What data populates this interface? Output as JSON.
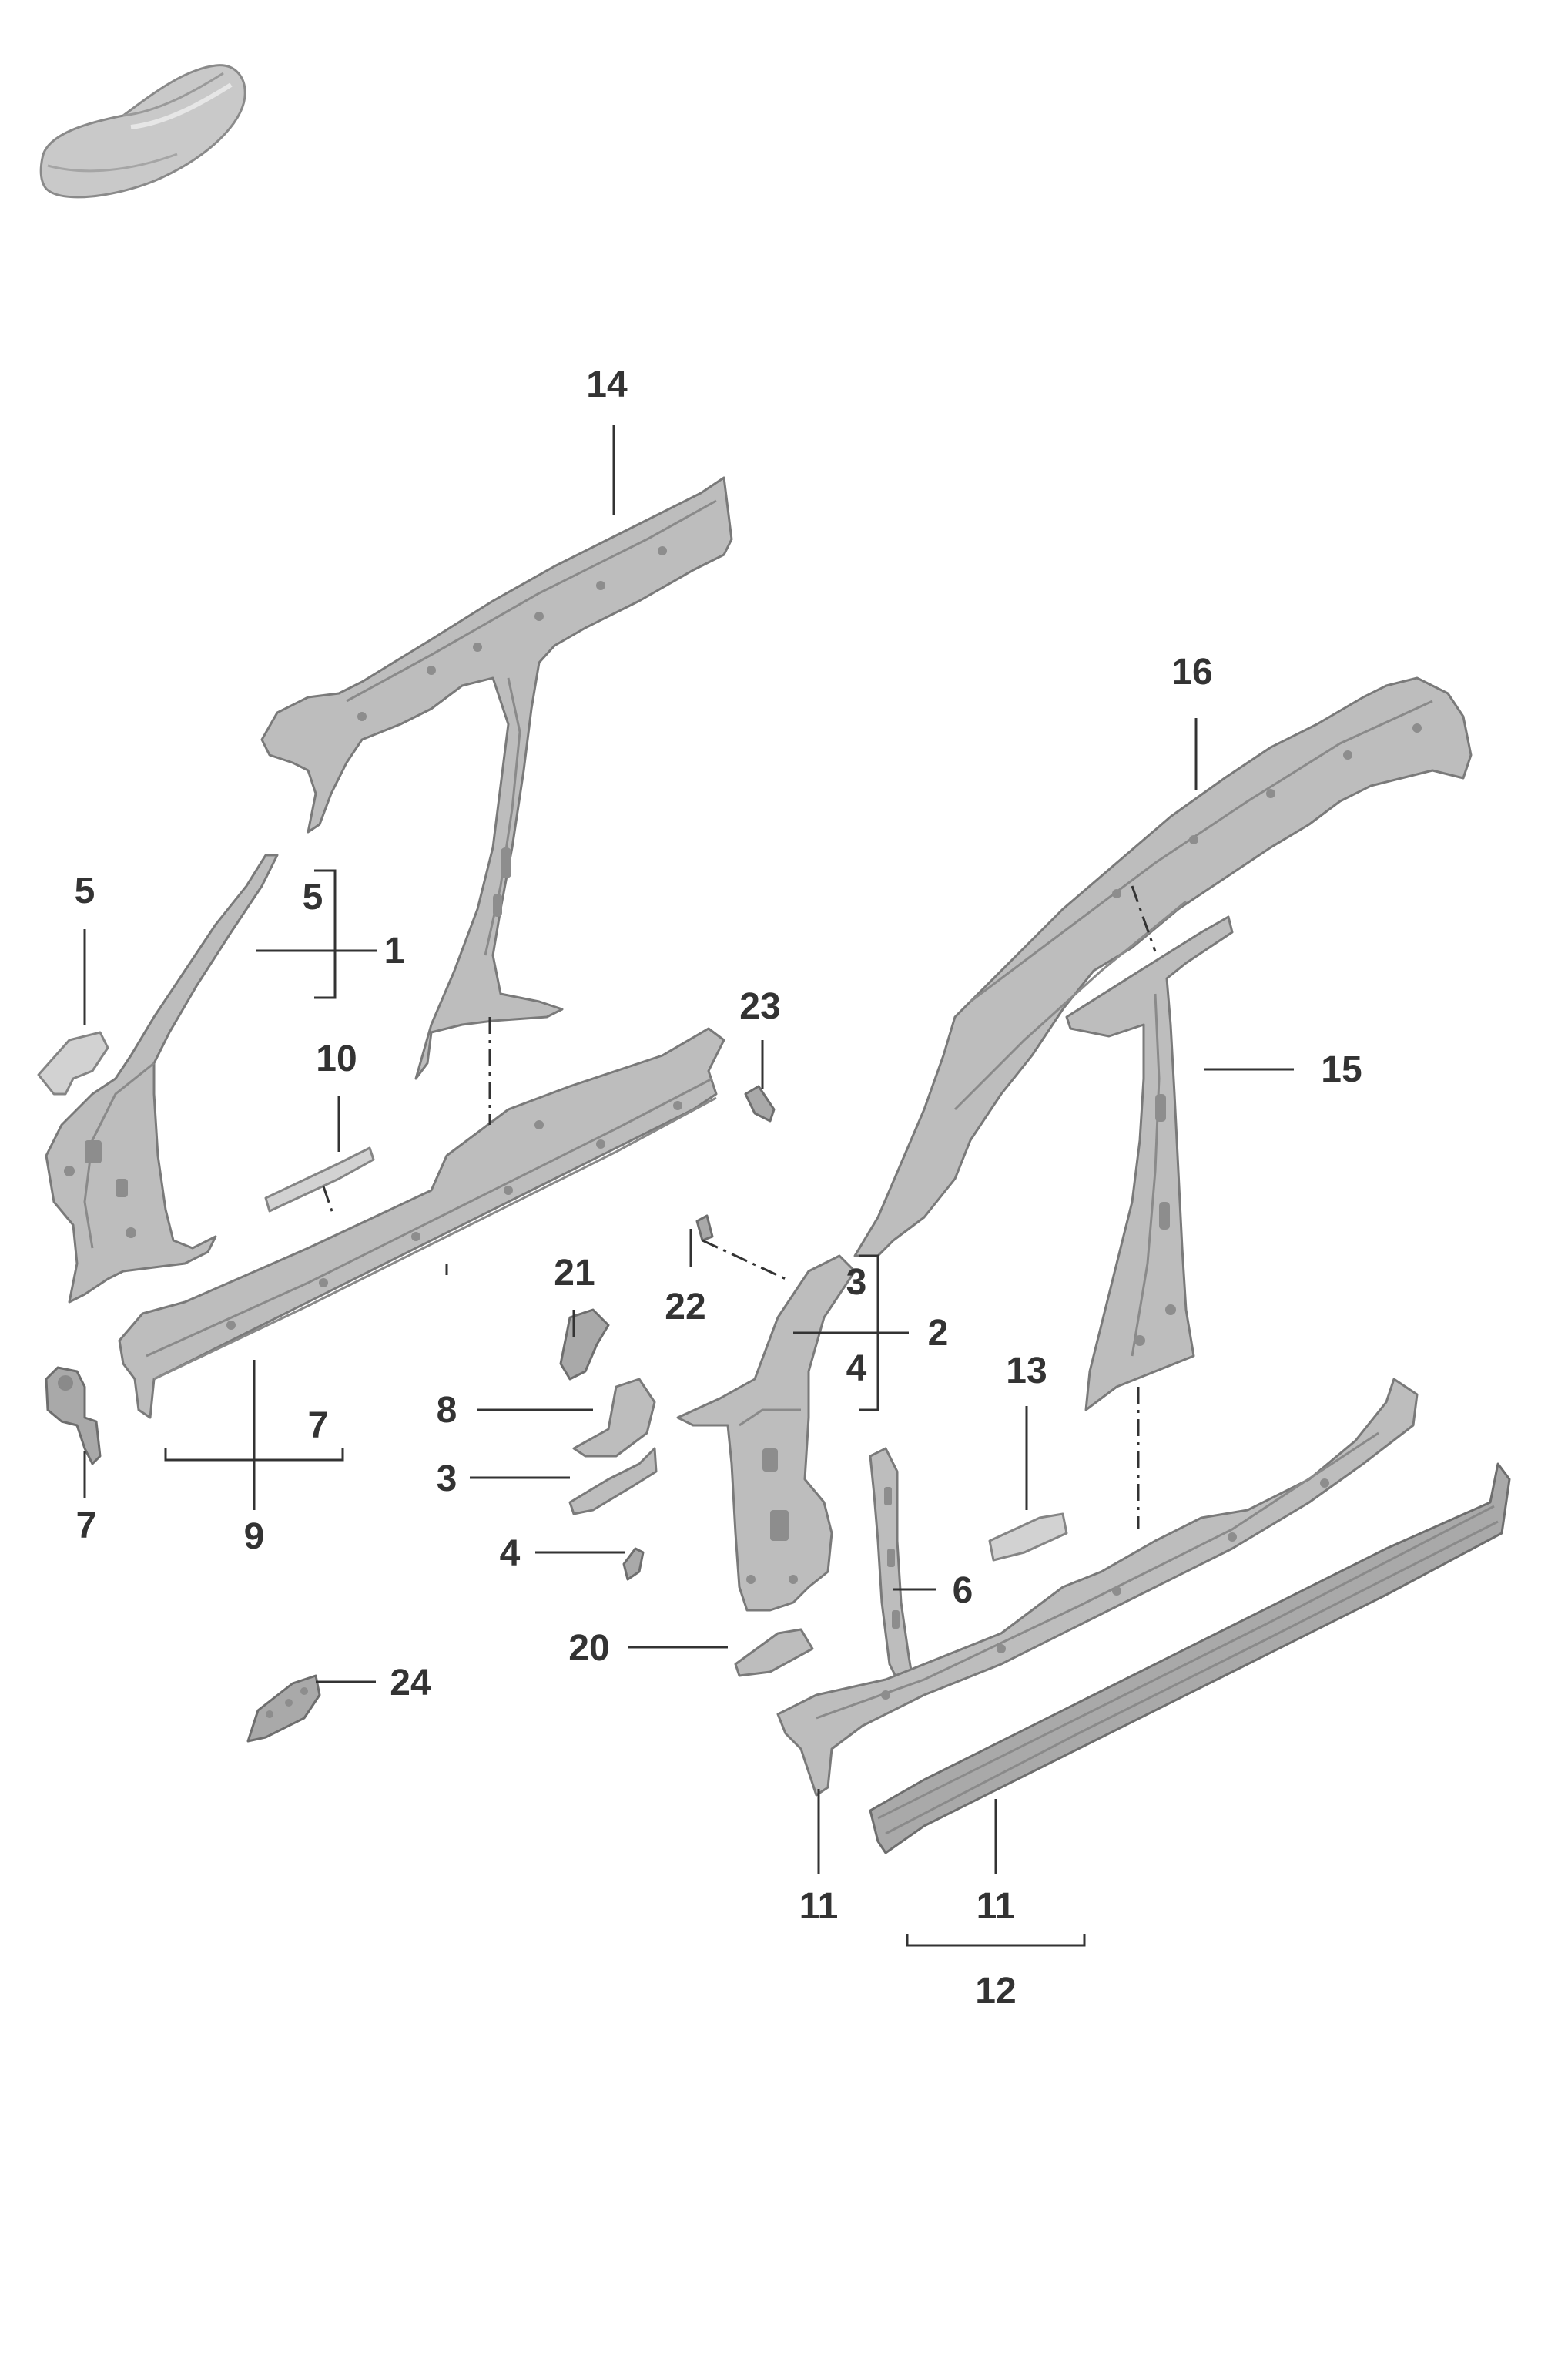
{
  "diagram": {
    "callouts": [
      {
        "id": "c14",
        "label": "14"
      },
      {
        "id": "c16",
        "label": "16"
      },
      {
        "id": "c5a",
        "label": "5"
      },
      {
        "id": "c5b",
        "label": "5"
      },
      {
        "id": "c1",
        "label": "1"
      },
      {
        "id": "c10",
        "label": "10"
      },
      {
        "id": "c23",
        "label": "23"
      },
      {
        "id": "c15",
        "label": "15"
      },
      {
        "id": "c21",
        "label": "21"
      },
      {
        "id": "c22",
        "label": "22"
      },
      {
        "id": "c3a",
        "label": "3"
      },
      {
        "id": "c2",
        "label": "2"
      },
      {
        "id": "c4a",
        "label": "4"
      },
      {
        "id": "c13",
        "label": "13"
      },
      {
        "id": "c8",
        "label": "8"
      },
      {
        "id": "c7a",
        "label": "7"
      },
      {
        "id": "c7b",
        "label": "7"
      },
      {
        "id": "c3b",
        "label": "3"
      },
      {
        "id": "c9",
        "label": "9"
      },
      {
        "id": "c4b",
        "label": "4"
      },
      {
        "id": "c6",
        "label": "6"
      },
      {
        "id": "c20",
        "label": "20"
      },
      {
        "id": "c24",
        "label": "24"
      },
      {
        "id": "c11a",
        "label": "11"
      },
      {
        "id": "c11b",
        "label": "11"
      },
      {
        "id": "c12",
        "label": "12"
      }
    ],
    "colors": {
      "part_fill": "#bdbdbd",
      "part_stroke": "#7a7a7a",
      "line": "#333333",
      "background": "#ffffff"
    }
  }
}
